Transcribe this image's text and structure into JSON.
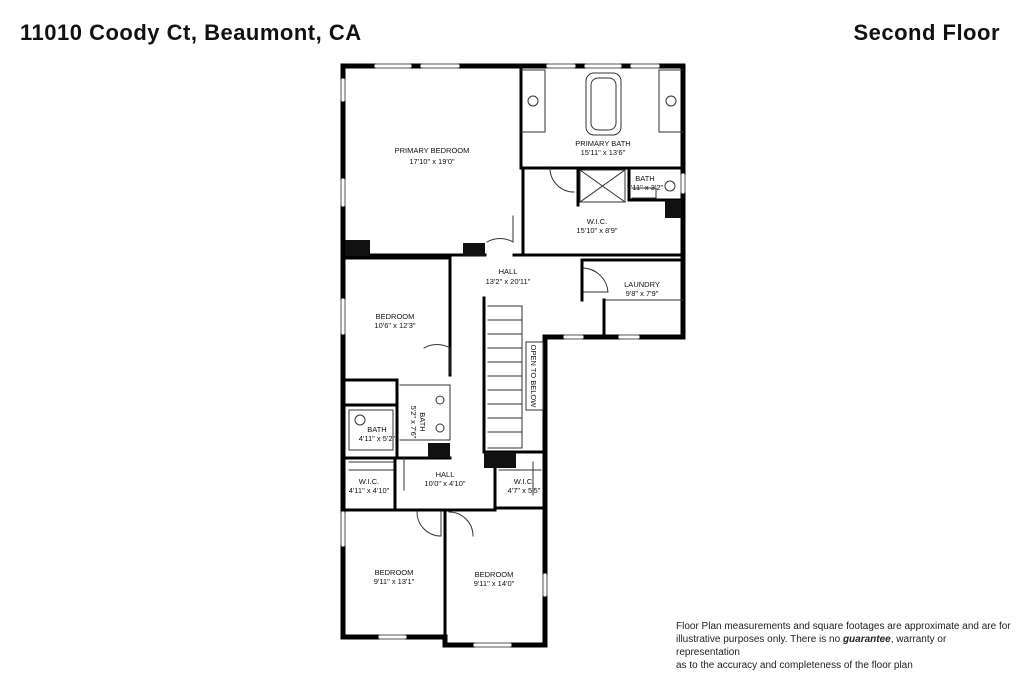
{
  "header": {
    "address": "11010 Coody Ct, Beaumont, CA",
    "floor": "Second Floor"
  },
  "rooms": {
    "primary_bedroom": {
      "name": "PRIMARY BEDROOM",
      "dim": "17'10\" x 19'0\""
    },
    "primary_bath": {
      "name": "PRIMARY BATH",
      "dim": "15'11\" x 13'6\""
    },
    "bath_small": {
      "name": "BATH",
      "dim": "7'11\" x 3'2\""
    },
    "wic_primary": {
      "name": "W.I.C.",
      "dim": "15'10\" x 8'9\""
    },
    "hall_main": {
      "name": "HALL",
      "dim": "13'2\" x 20'11\""
    },
    "laundry": {
      "name": "LAUNDRY",
      "dim": "9'8\" x 7'9\""
    },
    "bedroom_mid": {
      "name": "BEDROOM",
      "dim": "10'6\" x 12'3\""
    },
    "bath_vertical": {
      "name": "BATH",
      "dim": "5'2\" x 7'6\""
    },
    "bath_left": {
      "name": "BATH",
      "dim": "4'11\" x 5'2\""
    },
    "open_to_below": {
      "name": "OPEN TO BELOW"
    },
    "wic_left": {
      "name": "W.I.C.",
      "dim": "4'11\" x 4'10\""
    },
    "hall_lower": {
      "name": "HALL",
      "dim": "10'0\" x 4'10\""
    },
    "wic_right": {
      "name": "W.I.C.",
      "dim": "4'7\" x 5'5\""
    },
    "bedroom_bl": {
      "name": "BEDROOM",
      "dim": "9'11\" x 13'1\""
    },
    "bedroom_br": {
      "name": "BEDROOM",
      "dim": "9'11\" x 14'0\""
    }
  },
  "disclaimer": {
    "line1": "Floor Plan measurements and square footages are approximate and are for",
    "line2a": "illustrative purposes only. There is no ",
    "brand": "guarantee",
    "line2b": ", warranty or representation",
    "line3": "as to the accuracy and completeness of the floor plan"
  }
}
